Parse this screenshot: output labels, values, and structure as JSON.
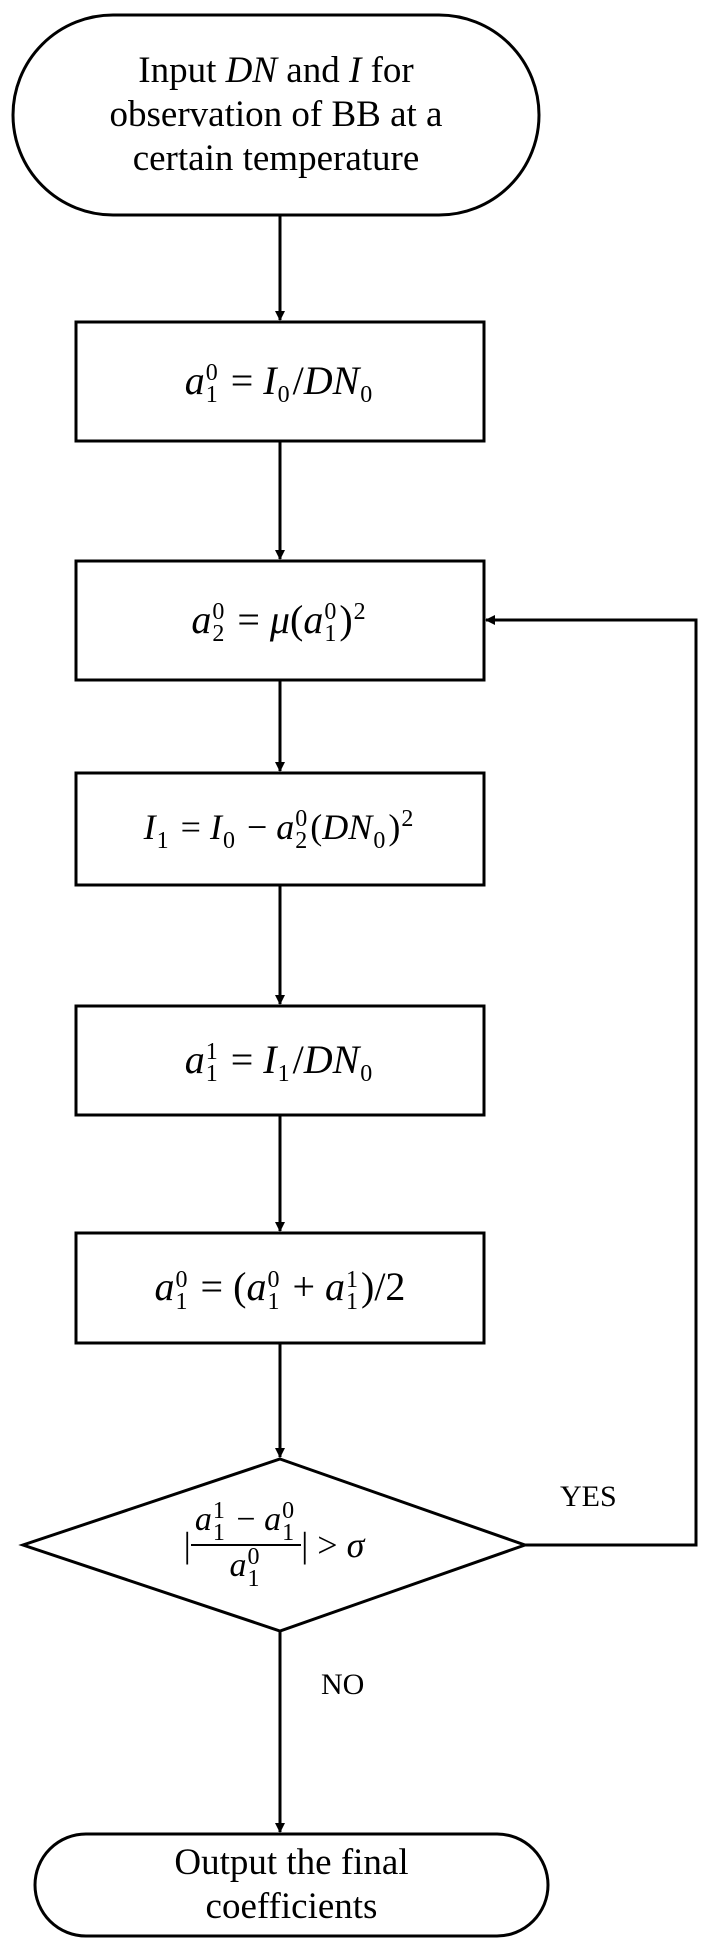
{
  "start": {
    "line1_a": "Input ",
    "line1_b": "DN",
    "line1_c": " and ",
    "line1_d": "I",
    "line1_e": " for",
    "line2": "observation of BB at a",
    "line3": "certain temperature"
  },
  "steps": [
    [
      {
        "t": "a",
        "it": 1,
        "sub": "1",
        "sup": "0"
      },
      {
        "t": " = "
      },
      {
        "t": "I",
        "it": 1,
        "sub": "0"
      },
      {
        "t": "/"
      },
      {
        "t": "DN",
        "it": 1,
        "sub": "0"
      }
    ],
    [
      {
        "t": "a",
        "it": 1,
        "sub": "2",
        "sup": "0"
      },
      {
        "t": " = "
      },
      {
        "t": "μ",
        "it": 1
      },
      {
        "t": "("
      },
      {
        "t": "a",
        "it": 1,
        "sub": "1",
        "sup": "0"
      },
      {
        "t": ")"
      },
      {
        "t": "",
        "sup": "2"
      }
    ],
    [
      {
        "t": "I",
        "it": 1,
        "sub": "1"
      },
      {
        "t": " = "
      },
      {
        "t": "I",
        "it": 1,
        "sub": "0"
      },
      {
        "t": " − "
      },
      {
        "t": "a",
        "it": 1,
        "sub": "2",
        "sup": "0"
      },
      {
        "t": "("
      },
      {
        "t": "DN",
        "it": 1,
        "sub": "0"
      },
      {
        "t": ")"
      },
      {
        "t": "",
        "sup": "2"
      }
    ],
    [
      {
        "t": "a",
        "it": 1,
        "sub": "1",
        "sup": "1"
      },
      {
        "t": " = "
      },
      {
        "t": "I",
        "it": 1,
        "sub": "1"
      },
      {
        "t": "/"
      },
      {
        "t": "DN",
        "it": 1,
        "sub": "0"
      }
    ],
    [
      {
        "t": "a",
        "it": 1,
        "sub": "1",
        "sup": "0"
      },
      {
        "t": " = ("
      },
      {
        "t": "a",
        "it": 1,
        "sub": "1",
        "sup": "0"
      },
      {
        "t": " + "
      },
      {
        "t": "a",
        "it": 1,
        "sub": "1",
        "sup": "1"
      },
      {
        "t": ")/2"
      }
    ]
  ],
  "decision": {
    "numerator": [
      {
        "t": "a",
        "it": 1,
        "sub": "1",
        "sup": "1"
      },
      {
        "t": " − "
      },
      {
        "t": "a",
        "it": 1,
        "sub": "1",
        "sup": "0"
      }
    ],
    "denominator": [
      {
        "t": "a",
        "it": 1,
        "sub": "1",
        "sup": "0"
      }
    ],
    "bar_left": "|",
    "rest": "| > ",
    "sigma": "σ"
  },
  "yes_label": "YES",
  "no_label": "NO",
  "end": {
    "line1": "Output the final",
    "line2": "coefficients"
  }
}
